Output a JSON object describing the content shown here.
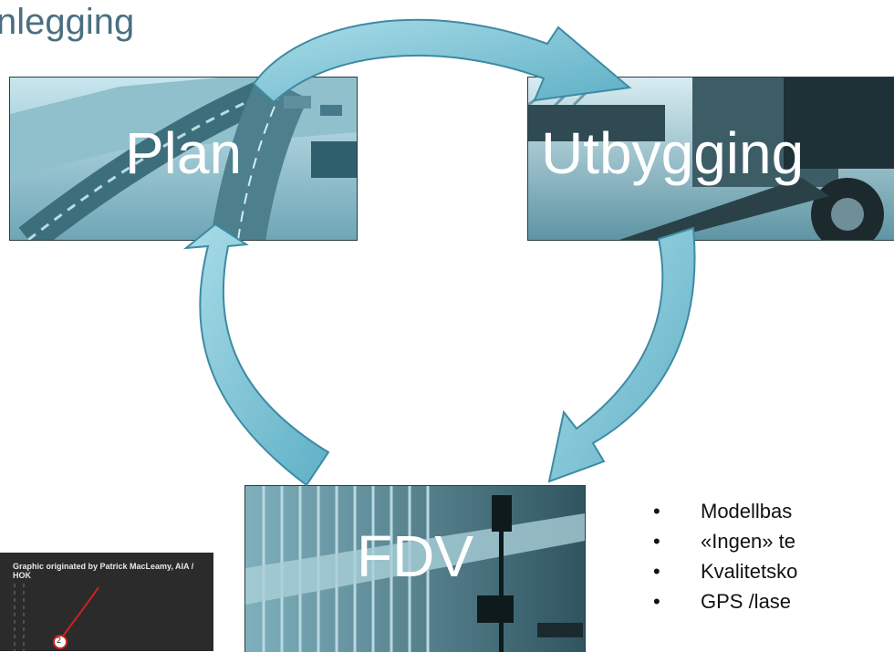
{
  "title": "nlegging",
  "panels": {
    "plan": "Plan",
    "utbygging": "Utbygging",
    "fdv": "FDV"
  },
  "bullets": [
    "Modellbas",
    "«Ingen» te",
    "Kvalitetsko",
    "GPS /lase"
  ],
  "inset": {
    "caption": "Graphic originated by Patrick MacLeamy, AIA / HOK",
    "marker": "2"
  },
  "colors": {
    "arrow_fill": "#7cc3d6",
    "arrow_stroke": "#3e8aa3",
    "panel_tint": "#9ccfdc",
    "title": "#4a6f82"
  }
}
